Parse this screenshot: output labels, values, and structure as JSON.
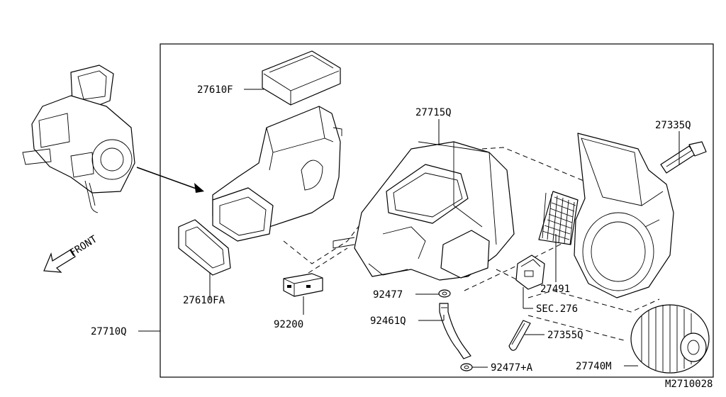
{
  "labels": {
    "p27610F": "27610F",
    "p27715Q": "27715Q",
    "p27335Q": "27335Q",
    "front": "FRONT",
    "p27491": "27491",
    "p92477": "92477",
    "p27610FA": "27610FA",
    "pSEC276": "SEC.276",
    "p92200": "92200",
    "p92461Q": "92461Q",
    "p27710Q": "27710Q",
    "p27355Q": "27355Q",
    "p92477A": "92477+A",
    "p27740M": "27740M",
    "ref": "M2710028"
  }
}
